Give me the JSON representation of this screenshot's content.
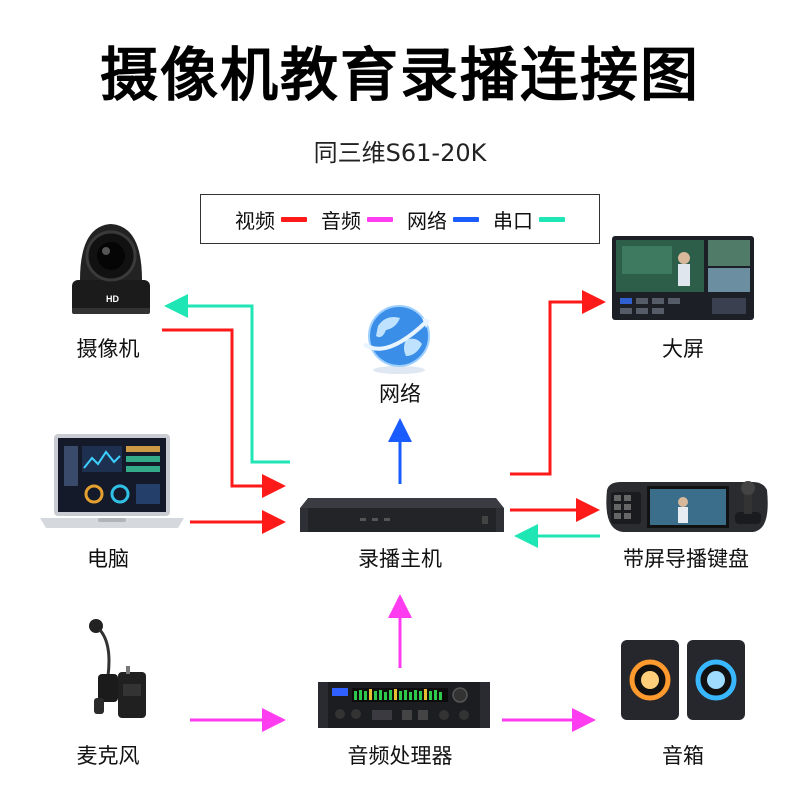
{
  "title": "摄像机教育录播连接图",
  "subtitle": "同三维S61-20K",
  "legend": [
    {
      "label": "视频",
      "color": "#ff1a1a"
    },
    {
      "label": "音频",
      "color": "#ff3cf0"
    },
    {
      "label": "网络",
      "color": "#1a5cff"
    },
    {
      "label": "串口",
      "color": "#1ee6b4"
    }
  ],
  "nodes": {
    "camera": "摄像机",
    "network": "网络",
    "screen": "大屏",
    "computer": "电脑",
    "host": "录播主机",
    "keyboard": "带屏导播键盘",
    "mic": "麦克风",
    "audio_processor": "音频处理器",
    "speaker": "音箱"
  }
}
